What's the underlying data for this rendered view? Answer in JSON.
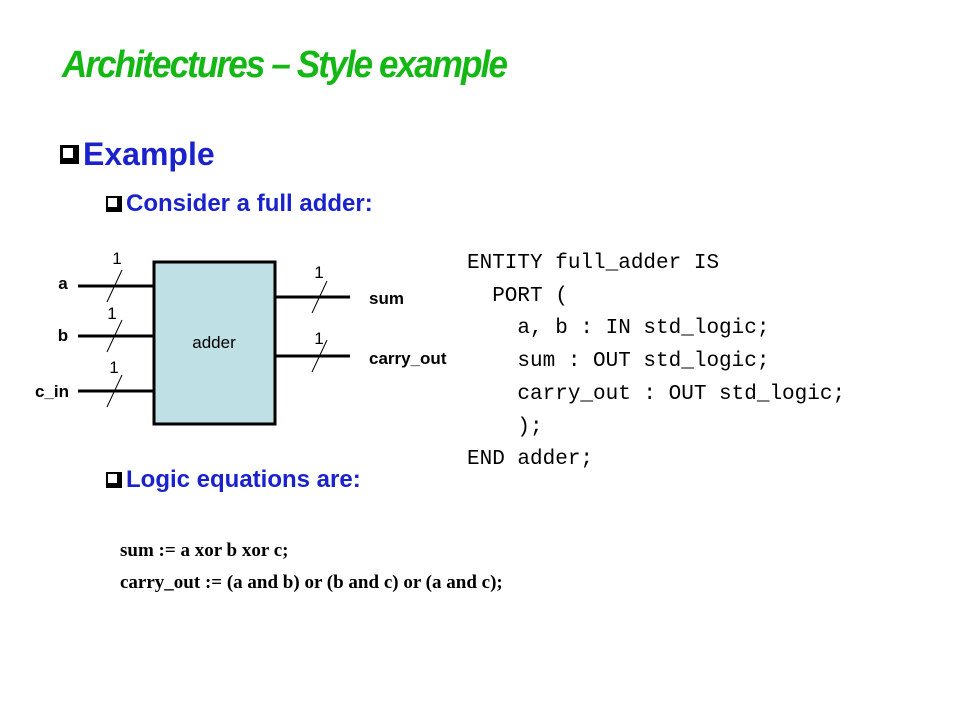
{
  "title": "Architectures – Style example",
  "bullets": {
    "level1": "Example",
    "consider": "Consider a full adder:",
    "logic": "Logic equations are:"
  },
  "diagram": {
    "block_label": "adder",
    "inputs": [
      {
        "name": "a",
        "width": "1"
      },
      {
        "name": "b",
        "width": "1"
      },
      {
        "name": "c_in",
        "width": "1"
      }
    ],
    "outputs": [
      {
        "name": "sum",
        "width": "1"
      },
      {
        "name": "carry_out",
        "width": "1"
      }
    ],
    "colors": {
      "block_fill": "#bfe0e4",
      "title": "#14b814",
      "bullets": "#1a22cc"
    }
  },
  "code_lines": [
    "ENTITY full_adder IS",
    "  PORT (",
    "    a, b : IN std_logic;",
    "    sum : OUT std_logic;",
    "    carry_out : OUT std_logic;",
    "    );",
    "END adder;"
  ],
  "equations": [
    "sum := a xor b xor c;",
    "carry_out := (a and b) or (b and c) or (a and c);"
  ]
}
